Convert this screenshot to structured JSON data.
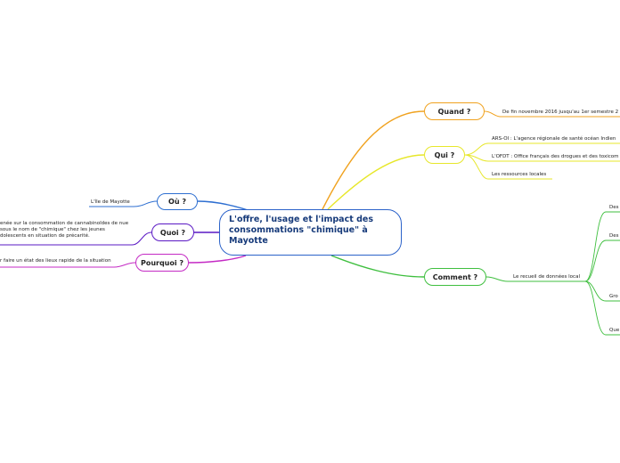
{
  "central": {
    "title": "L'offre, l'usage et l'impact des consommations \"chimique\" à Mayotte"
  },
  "branches": {
    "quand": {
      "label": "Quand ?",
      "color": "#f0a21f",
      "children": [
        "De fin novembre 2016 jusqu'au 1er semestre 2"
      ]
    },
    "qui": {
      "label": "Qui ?",
      "color": "#e7e72a",
      "children": [
        "ARS-OI : L'agence régionale de santé océan Indien",
        "L'OFDT : Office français des drogues et des toxicom",
        "Les ressources locales"
      ]
    },
    "comment": {
      "label": "Comment ?",
      "color": "#3fbf3f",
      "children": [
        "Le recueil de données local"
      ],
      "grandchildren": [
        "Des",
        "Des",
        "Gro",
        "Que"
      ]
    },
    "ou": {
      "label": "Où ?",
      "color": "#2e6fd1",
      "children": [
        "L'île de Mayotte"
      ]
    },
    "quoi": {
      "label": "Quoi ?",
      "color": "#5a18c4",
      "children": [
        "enée sur la consommation de cannabinoïdes de nue sous le nom de \"chimique\" chez les jeunes dolescents en situation de précarité."
      ]
    },
    "pourquoi": {
      "label": "Pourquoi ?",
      "color": "#c42ac4",
      "children": [
        "r faire un état des lieux rapide de la situation"
      ]
    }
  }
}
